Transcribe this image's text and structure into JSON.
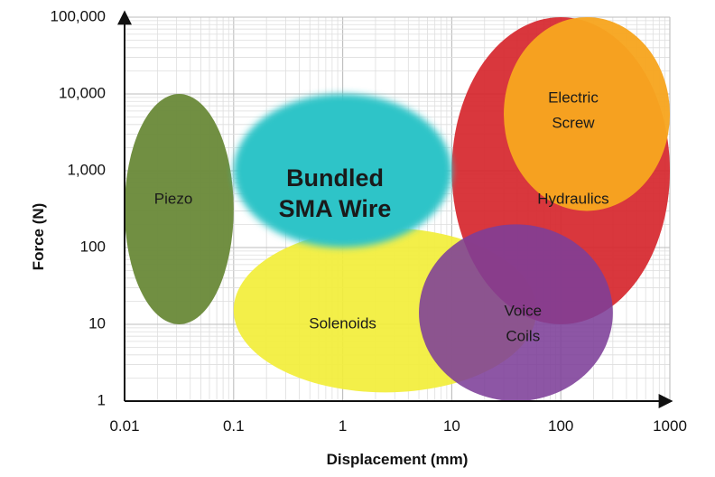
{
  "chart_data": {
    "type": "scatter",
    "subtype": "bubble-region",
    "xlabel": "Displacement (mm)",
    "ylabel": "Force (N)",
    "x_scale": "log",
    "y_scale": "log",
    "xlim": [
      0.01,
      1000
    ],
    "ylim": [
      1,
      100000
    ],
    "grid": true,
    "x_ticks": [
      "0.01",
      "0.1",
      "1",
      "10",
      "100",
      "1000"
    ],
    "y_ticks": [
      "1",
      "10",
      "100",
      "1,000",
      "10,000",
      "100,000"
    ],
    "regions": [
      {
        "label": [
          "Solenoids"
        ],
        "color": "#f2ee3a",
        "opacity": 0.92,
        "x_range": [
          0.1,
          60
        ],
        "y_range": [
          1.3,
          180
        ],
        "label_at": [
          1.0,
          10
        ],
        "bold": false
      },
      {
        "label": [
          "Hydraulics"
        ],
        "color": "#d6262d",
        "opacity": 0.92,
        "x_range": [
          10,
          1000
        ],
        "y_range": [
          10,
          100000
        ],
        "label_at": [
          130,
          420
        ],
        "bold": false
      },
      {
        "label": [
          "Electric",
          "Screw"
        ],
        "color": "#f7a51f",
        "opacity": 0.96,
        "x_range": [
          30,
          1000
        ],
        "y_range": [
          300,
          100000
        ],
        "label_at": [
          130,
          6000
        ],
        "bold": false
      },
      {
        "label": [
          "Voice",
          "Coils"
        ],
        "color": "#7d3f98",
        "opacity": 0.88,
        "x_range": [
          5,
          300
        ],
        "y_range": [
          1,
          200
        ],
        "label_at": [
          45,
          10
        ],
        "bold": false
      },
      {
        "label": [
          "Piezo"
        ],
        "color": "#6b8a3a",
        "opacity": 0.96,
        "x_range": [
          0.01,
          0.1
        ],
        "y_range": [
          10,
          10000
        ],
        "label_at": [
          0.028,
          420
        ],
        "bold": false
      },
      {
        "label": [
          "Bundled",
          "SMA Wire"
        ],
        "color": "#2ec4c8",
        "opacity": 1.0,
        "x_range": [
          0.1,
          10
        ],
        "y_range": [
          100,
          10000
        ],
        "label_at": [
          0.85,
          480
        ],
        "bold": true
      }
    ]
  }
}
